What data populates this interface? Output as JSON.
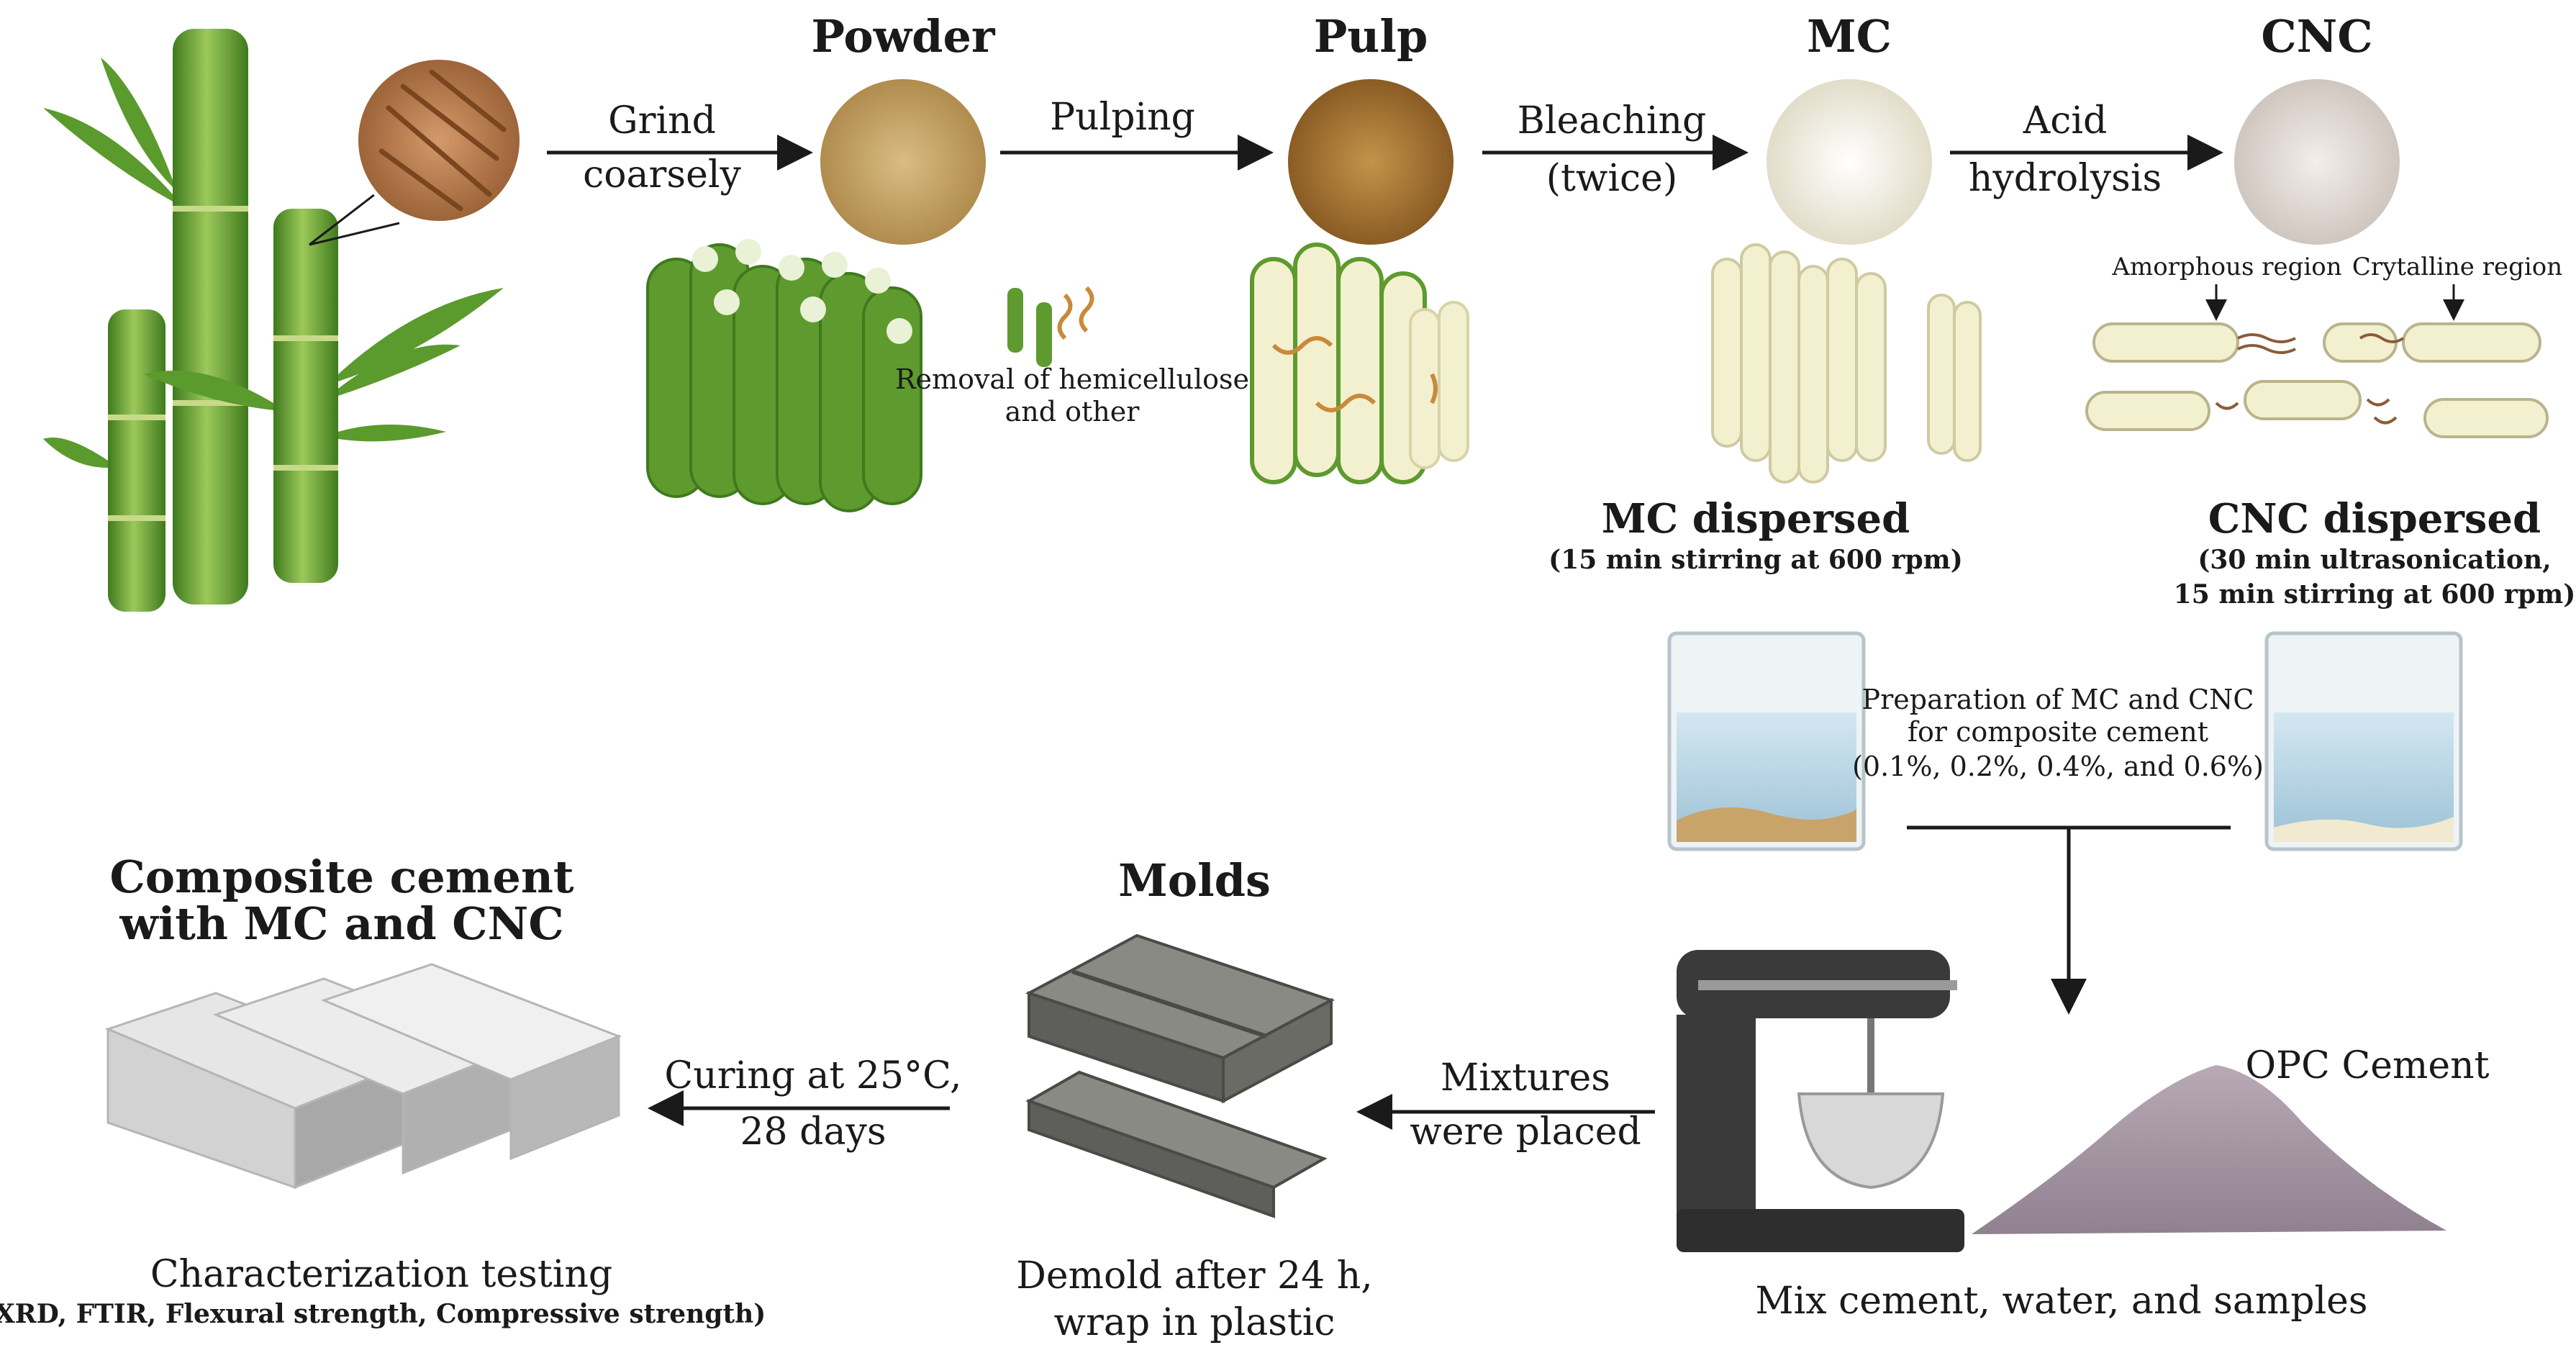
{
  "stages": {
    "powder": "Powder",
    "pulp": "Pulp",
    "mc": "MC",
    "cnc": "CNC"
  },
  "steps": {
    "grind": [
      "Grind",
      "coarsely"
    ],
    "pulping": "Pulping",
    "bleaching": [
      "Bleaching",
      "(twice)"
    ],
    "acid": [
      "Acid",
      "hydrolysis"
    ]
  },
  "removal_note": [
    "Removal of hemicellulose",
    "and other"
  ],
  "cnc_regions": {
    "amorphous": "Amorphous region",
    "crystalline": "Crytalline region"
  },
  "mc_dispersed": {
    "title": "MC dispersed",
    "detail": "(15 min stirring at 600 rpm)"
  },
  "cnc_dispersed": {
    "title": "CNC dispersed",
    "detail": [
      "(30 min ultrasonication,",
      "15 min stirring at 600 rpm)"
    ]
  },
  "preparation": [
    "Preparation of MC and CNC",
    "for composite cement",
    "(0.1%, 0.2%, 0.4%, and 0.6%)"
  ],
  "opc": "OPC Cement",
  "mix": "Mix cement, water, and samples",
  "mixtures_placed": [
    "Mixtures",
    "were placed"
  ],
  "molds": {
    "title": "Molds",
    "detail": [
      "Demold after 24 h,",
      "wrap in plastic"
    ]
  },
  "curing": [
    "Curing at 25°C,",
    "28 days"
  ],
  "composite": {
    "title": [
      "Composite cement",
      "with MC and CNC"
    ],
    "testing": "Characterization testing",
    "tests": "(XRD, FTIR, Flexural strength, Compressive strength)"
  },
  "colors": {
    "bamboo_green": "#6fa83a",
    "bamboo_dark": "#3f7a1e",
    "powder_tan": "#c9a76a",
    "pulp_brown": "#a8783a",
    "fiber_cream": "#f3f0cf",
    "water_blue": "#b9d8e8",
    "cement_mauve": "#a89aa6",
    "mixer_dark": "#3a3a3a",
    "mold_gray": "#6b6b66",
    "block_gray": "#cfcfcf"
  }
}
